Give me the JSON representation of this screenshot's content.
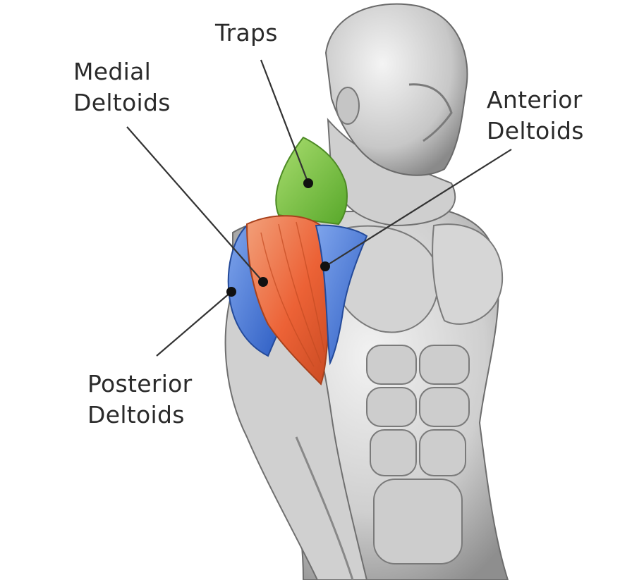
{
  "labels": {
    "traps": [
      "Traps"
    ],
    "medial": [
      "Medial",
      "Deltoids"
    ],
    "anterior": [
      "Anterior",
      "Deltoids"
    ],
    "posterior": [
      "Posterior",
      "Deltoids"
    ]
  },
  "colors": {
    "traps": "#7dc242",
    "medial_deltoid": "#ee6a3e",
    "anterior_deltoid": "#3f78d8",
    "posterior_deltoid": "#3a6fd0",
    "muscle_base": "#d9d9d9",
    "muscle_shadow": "#8c8c8c",
    "leader_line": "#333333"
  }
}
